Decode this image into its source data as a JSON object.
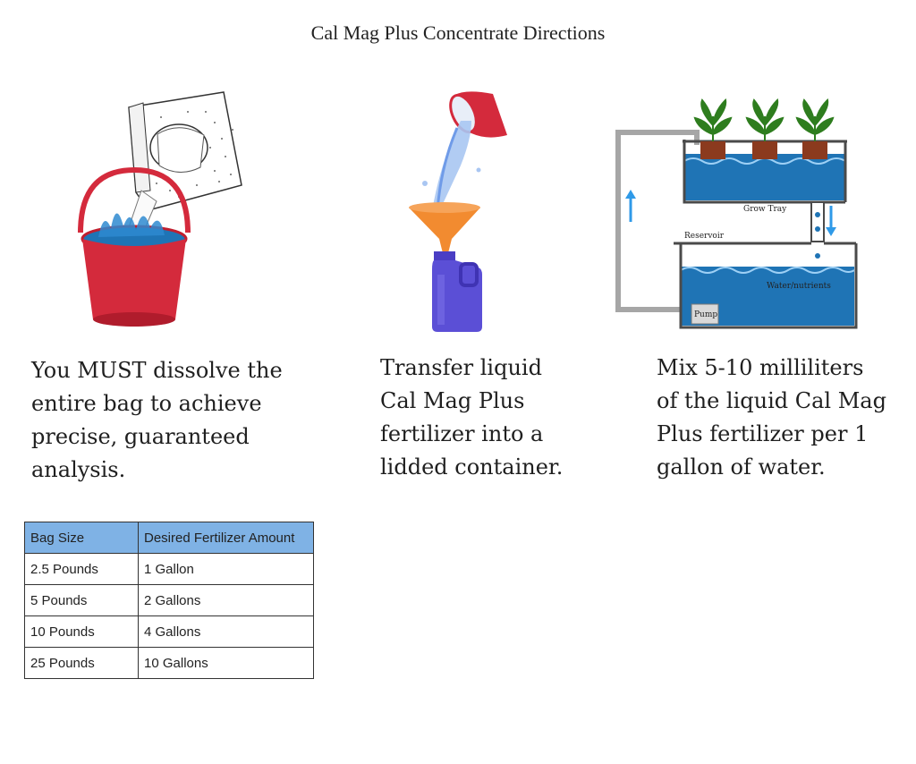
{
  "title": "Cal Mag Plus Concentrate Directions",
  "steps": [
    {
      "lines": [
        "You MUST dissolve the",
        "entire bag to achieve",
        "precise, guaranteed",
        "analysis."
      ]
    },
    {
      "lines": [
        "Transfer liquid",
        "Cal Mag Plus",
        "fertilizer into a",
        "lidded container."
      ]
    },
    {
      "lines": [
        "Mix 5-10 milliliters",
        "of the liquid Cal Mag",
        "Plus fertilizer per 1",
        "gallon of water."
      ]
    }
  ],
  "diagram": {
    "grow_tray_label": "Grow Tray",
    "reservoir_label": "Reservoir",
    "water_label": "Water/nutrients",
    "pump_label": "Pump"
  },
  "table": {
    "headers": [
      "Bag Size",
      "Desired Fertilizer Amount"
    ],
    "rows": [
      [
        "2.5 Pounds",
        "1 Gallon"
      ],
      [
        "5 Pounds",
        "2 Gallons"
      ],
      [
        "10 Pounds",
        "4 Gallons"
      ],
      [
        "25 Pounds",
        "10 Gallons"
      ]
    ]
  },
  "colors": {
    "bucket_red": "#d42a3c",
    "water_blue": "#1f74b5",
    "jug_purple": "#5b4fd6",
    "funnel_orange": "#f28b30",
    "table_header": "#7fb2e5"
  }
}
